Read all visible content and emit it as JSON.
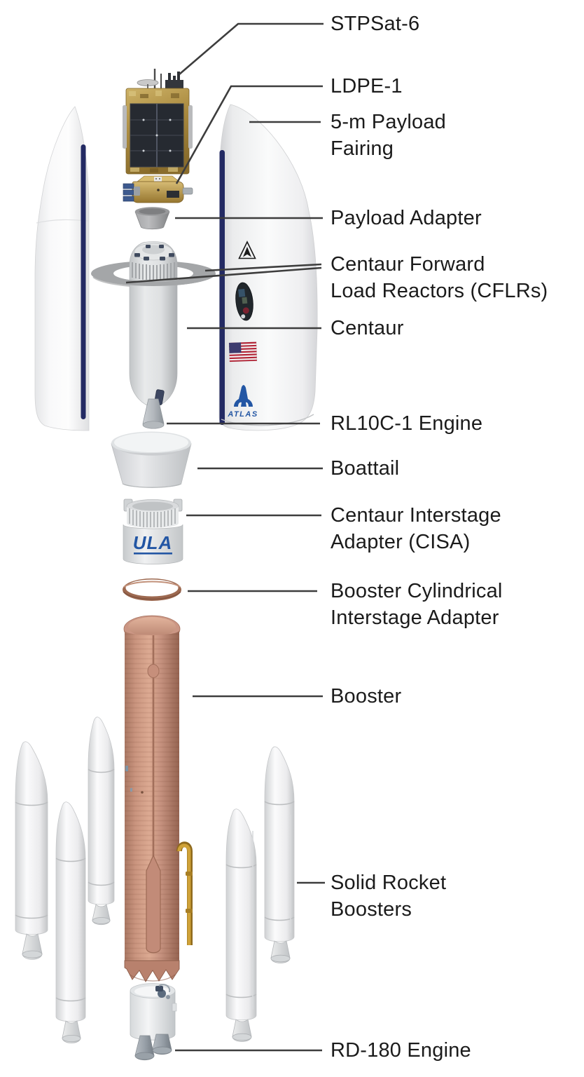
{
  "labels": {
    "stpsat6": "STPSat-6",
    "ldpe1": "LDPE-1",
    "fairing_1": "5-m Payload",
    "fairing_2": "Fairing",
    "payload_adapter": "Payload Adapter",
    "cflr_1": "Centaur Forward",
    "cflr_2": "Load Reactors (CFLRs)",
    "centaur": "Centaur",
    "rl10c1": "RL10C-1 Engine",
    "boattail": "Boattail",
    "cisa_1": "Centaur Interstage",
    "cisa_2": "Adapter (CISA)",
    "bcia_1": "Booster Cylindrical",
    "bcia_2": "Interstage Adapter",
    "booster": "Booster",
    "srb_1": "Solid Rocket",
    "srb_2": "Boosters",
    "rd180": "RD-180 Engine"
  },
  "vehicle_markings": {
    "ula_logo": "ULA",
    "atlas_logo": "ATLAS"
  },
  "colors": {
    "label_text": "#1b1b1b",
    "leader_line": "#3d3d3d",
    "fairing_stripe_navy": "#232a63",
    "booster_copper": "#c6907c",
    "pipe_gold": "#c79a35",
    "logo_blue": "#2356a4",
    "flag_red": "#b22234",
    "flag_blue": "#3c3b6e",
    "satellite_gold": "#ab8b40",
    "solar_panel_dark": "#262a31"
  }
}
